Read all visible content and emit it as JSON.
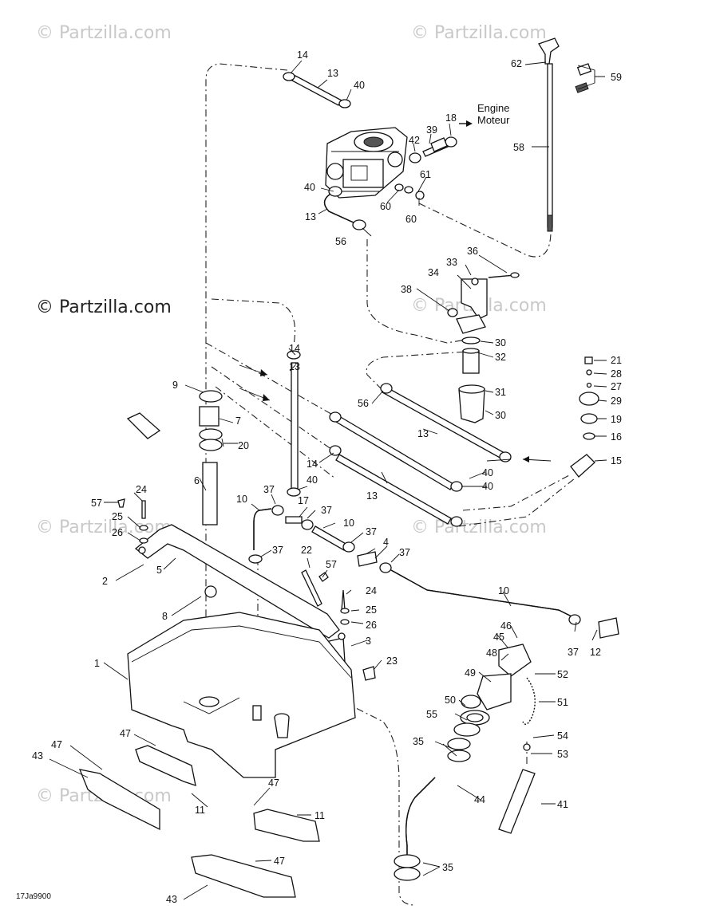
{
  "watermark": "© Partzilla.com",
  "watermark_main": "© Partzilla.com",
  "drawing_code": "17Ja9900",
  "engine_label": [
    "Engine",
    "Moteur"
  ],
  "part_labels": {
    "p1": "1",
    "p2": "2",
    "p3": "3",
    "p4": "4",
    "p5": "5",
    "p6": "6",
    "p7": "7",
    "p8": "8",
    "p9": "9",
    "p10a": "10",
    "p10b": "10",
    "p10c": "10",
    "p11a": "11",
    "p11b": "11",
    "p12": "12",
    "p13a": "13",
    "p13b": "13",
    "p13c": "13",
    "p13d": "13",
    "p13e": "13",
    "p14a": "14",
    "p14b": "14",
    "p14c": "14",
    "p15": "15",
    "p16": "16",
    "p17": "17",
    "p18": "18",
    "p19": "19",
    "p20": "20",
    "p21": "21",
    "p22": "22",
    "p23": "23",
    "p24a": "24",
    "p24b": "24",
    "p25a": "25",
    "p25b": "25",
    "p26a": "26",
    "p26b": "26",
    "p27": "27",
    "p28": "28",
    "p29": "29",
    "p30a": "30",
    "p30b": "30",
    "p31": "31",
    "p32": "32",
    "p33": "33",
    "p34": "34",
    "p35a": "35",
    "p35b": "35",
    "p36": "36",
    "p37a": "37",
    "p37b": "37",
    "p37c": "37",
    "p37d": "37",
    "p37e": "37",
    "p37f": "37",
    "p38": "38",
    "p39": "39",
    "p40a": "40",
    "p40b": "40",
    "p40c": "40",
    "p40d": "40",
    "p40e": "40",
    "p41": "41",
    "p42": "42",
    "p43a": "43",
    "p43b": "43",
    "p44": "44",
    "p45": "45",
    "p46": "46",
    "p47a": "47",
    "p47b": "47",
    "p47c": "47",
    "p47d": "47",
    "p48": "48",
    "p49": "49",
    "p50": "50",
    "p51": "51",
    "p52": "52",
    "p53": "53",
    "p54": "54",
    "p55": "55",
    "p56a": "56",
    "p56b": "56",
    "p57a": "57",
    "p57b": "57",
    "p58": "58",
    "p59": "59",
    "p60a": "60",
    "p60b": "60",
    "p61": "61",
    "p62": "62"
  },
  "colors": {
    "line": "#111111",
    "watermark": "#c9c9c9",
    "background": "#ffffff"
  }
}
